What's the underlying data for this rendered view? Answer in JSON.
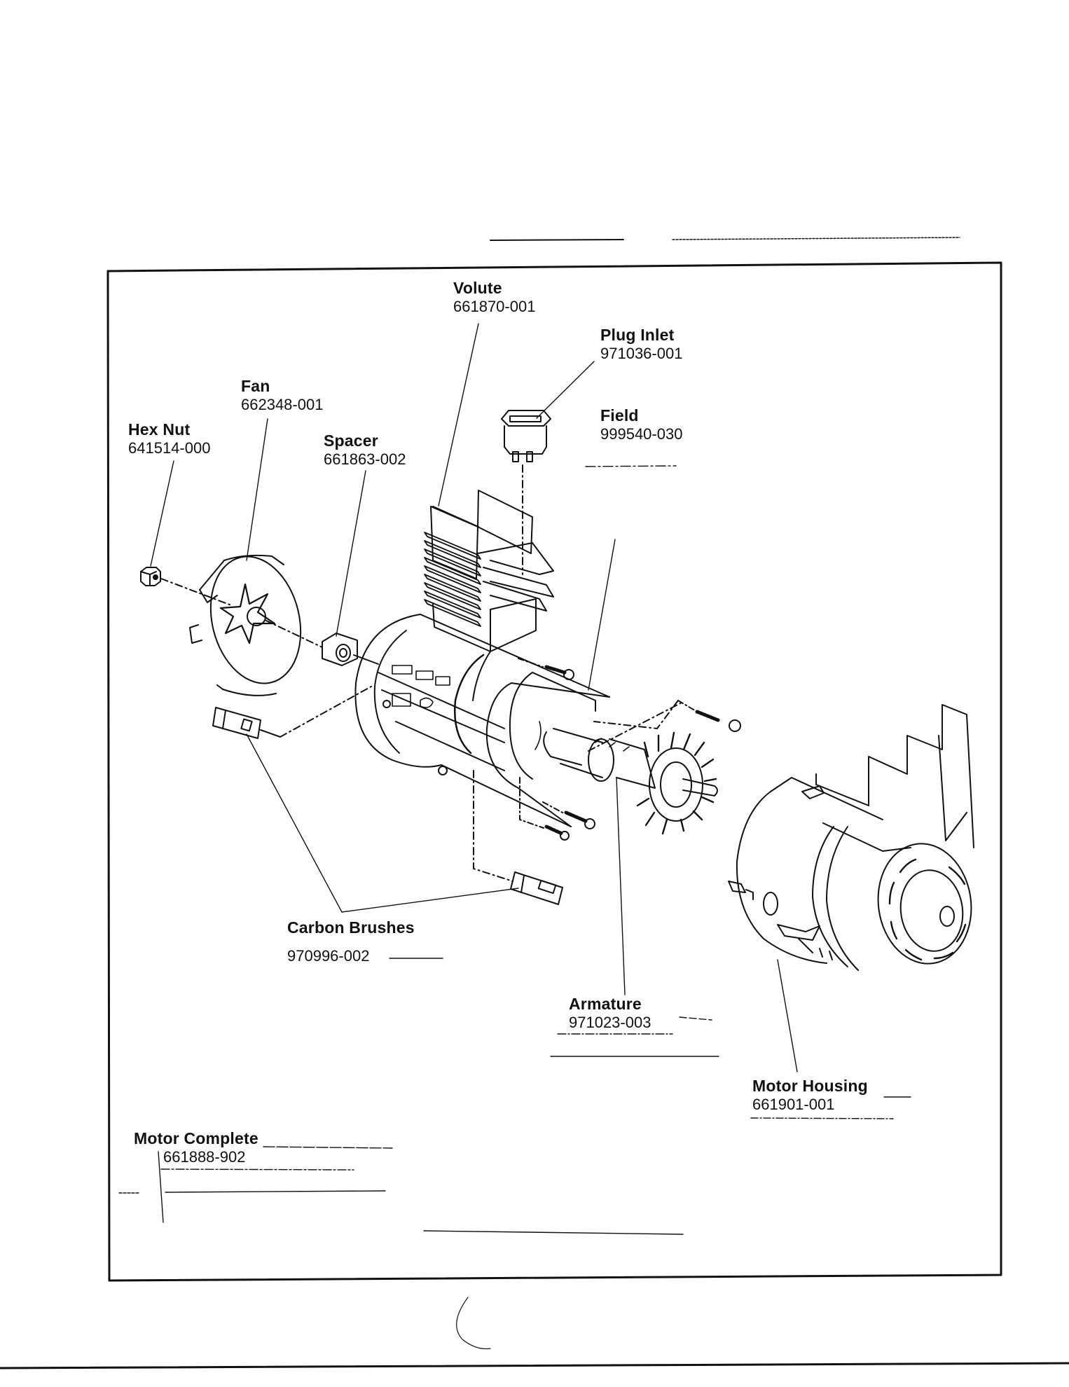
{
  "document": {
    "type": "exploded parts diagram",
    "subject": "Motor assembly"
  },
  "parts": {
    "volute": {
      "name": "Volute",
      "part_number": "661870-001"
    },
    "plug_inlet": {
      "name": "Plug Inlet",
      "part_number": "971036-001"
    },
    "fan": {
      "name": "Fan",
      "part_number": "662348-001"
    },
    "hex_nut": {
      "name": "Hex Nut",
      "part_number": "641514-000"
    },
    "spacer": {
      "name": "Spacer",
      "part_number": "661863-002"
    },
    "field": {
      "name": "Field",
      "part_number": "999540-030"
    },
    "carbon_brushes": {
      "name": "Carbon Brushes",
      "part_number": "970996-002"
    },
    "armature": {
      "name": "Armature",
      "part_number": "971023-003"
    },
    "motor_housing": {
      "name": "Motor Housing",
      "part_number": "661901-001"
    },
    "motor_complete": {
      "name": "Motor Complete",
      "part_number": "661888-902"
    }
  },
  "colors": {
    "ink": "#111111",
    "paper": "#ffffff"
  }
}
